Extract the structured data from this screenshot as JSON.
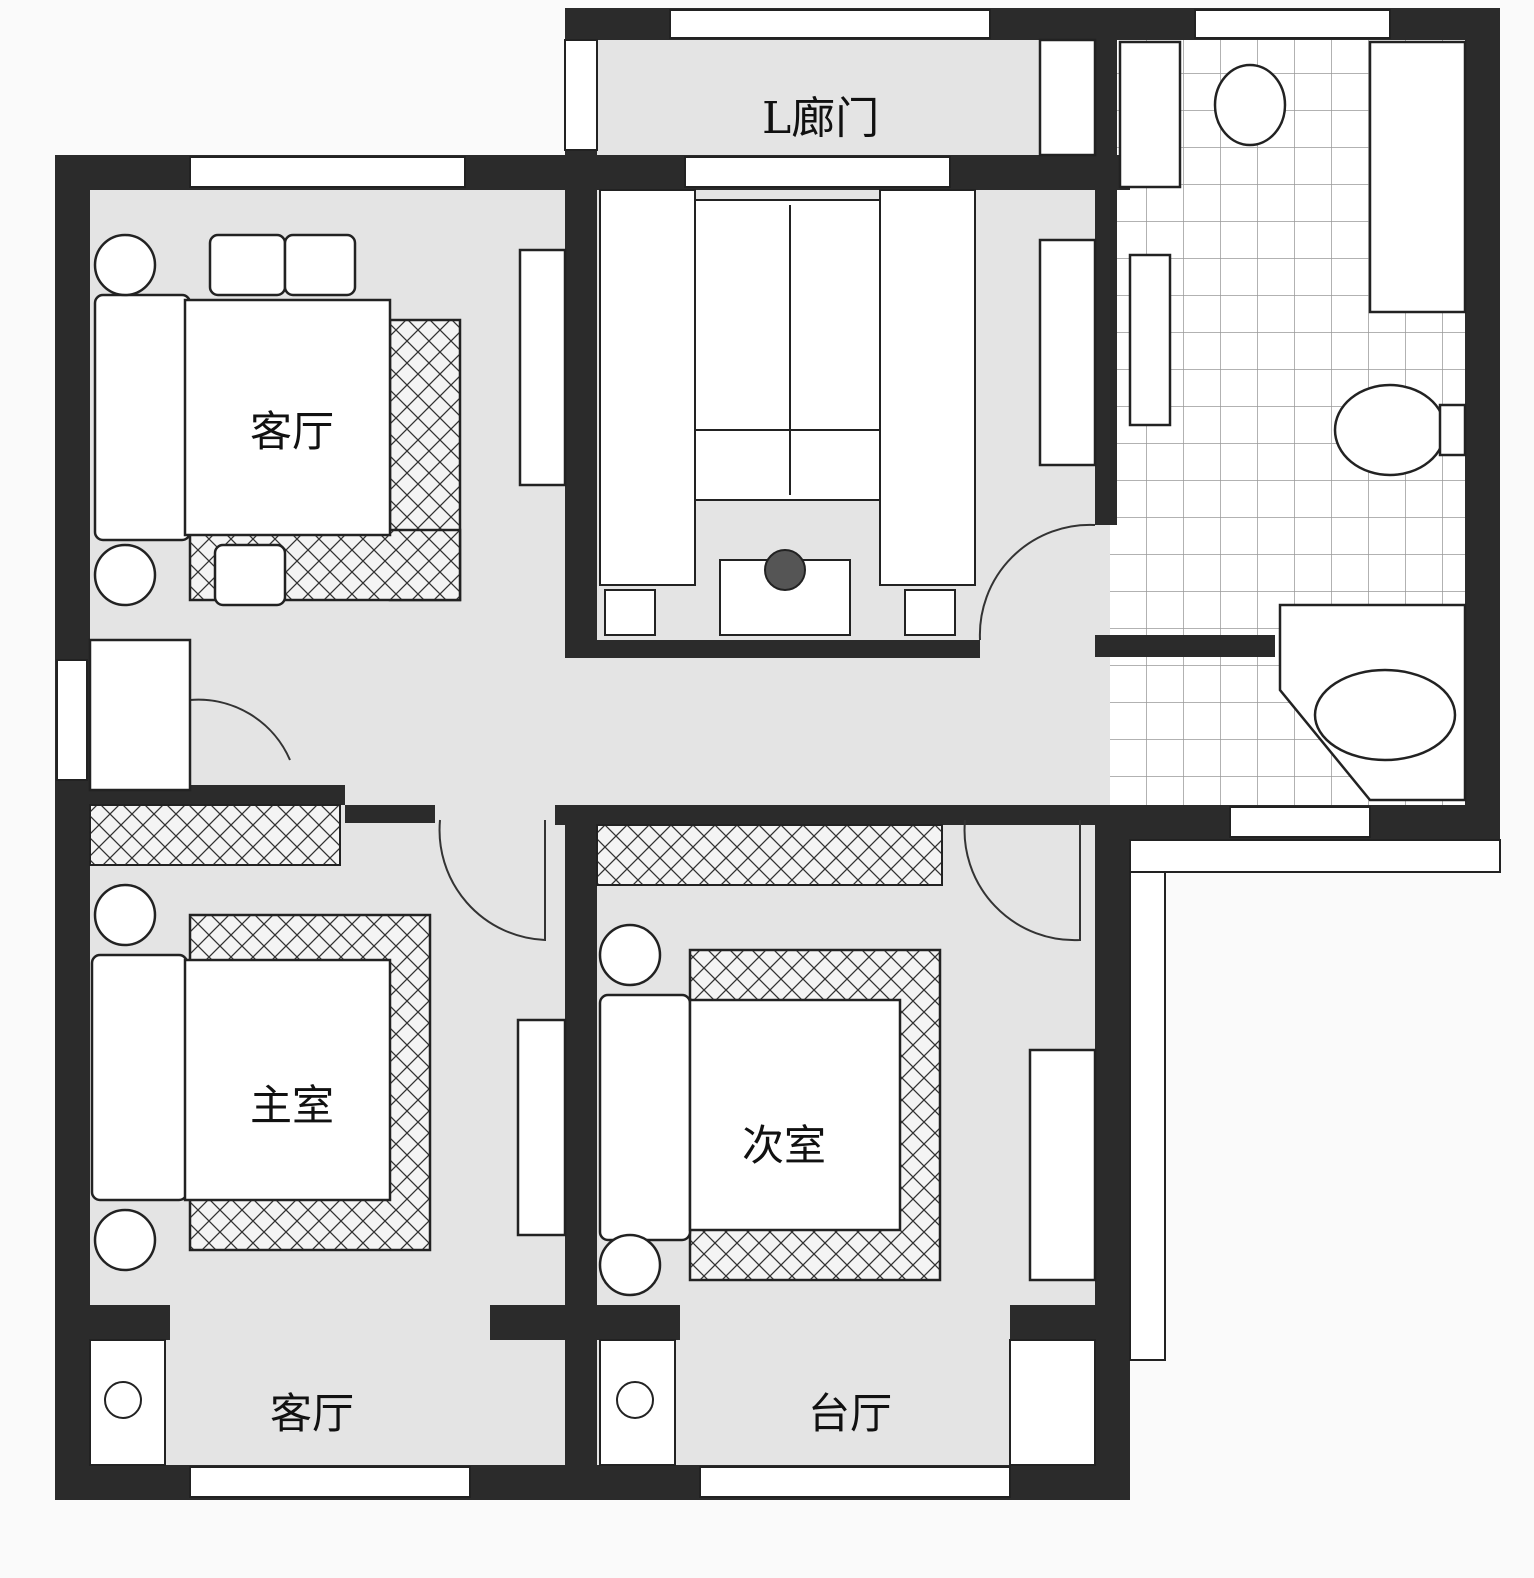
{
  "plan": {
    "rooms": {
      "corridor_door": "L廊门",
      "living_room": "客厅",
      "master_bedroom": "主室",
      "second_bedroom": "次室",
      "bottom_left_balcony": "客厅",
      "bottom_right_balcony": "台厅"
    }
  },
  "colors": {
    "wall": "#2b2b2b",
    "floor": "#e4e4e4",
    "tile": "#ffffff",
    "line": "#222222"
  }
}
